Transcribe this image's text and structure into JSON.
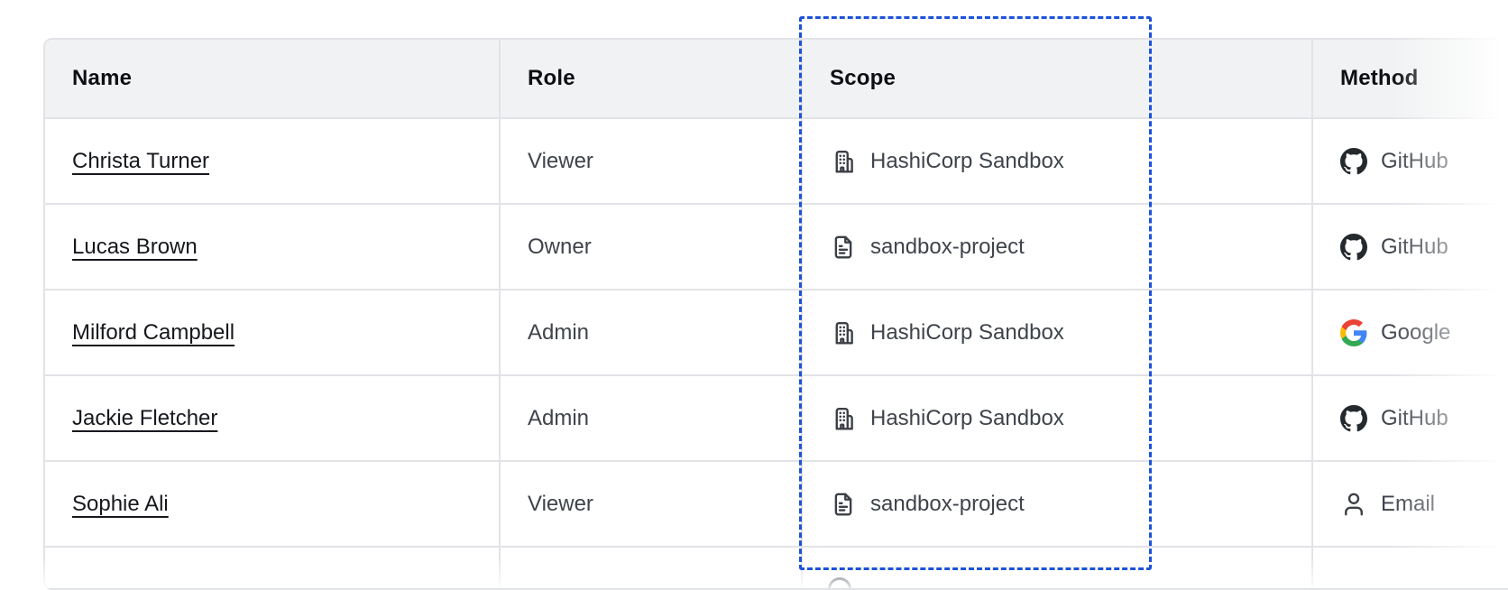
{
  "header": {
    "columns": [
      "Name",
      "Role",
      "Scope",
      "Method"
    ]
  },
  "rows": [
    {
      "name": "Christa Turner",
      "role": "Viewer",
      "scope": {
        "label": "HashiCorp Sandbox",
        "icon": "building-icon"
      },
      "method": {
        "label": "GitHub",
        "icon": "github-icon"
      }
    },
    {
      "name": "Lucas Brown",
      "role": "Owner",
      "scope": {
        "label": "sandbox-project",
        "icon": "file-icon"
      },
      "method": {
        "label": "GitHub",
        "icon": "github-icon"
      }
    },
    {
      "name": "Milford Campbell",
      "role": "Admin",
      "scope": {
        "label": "HashiCorp Sandbox",
        "icon": "building-icon"
      },
      "method": {
        "label": "Google",
        "icon": "google-icon"
      }
    },
    {
      "name": "Jackie Fletcher",
      "role": "Admin",
      "scope": {
        "label": "HashiCorp Sandbox",
        "icon": "building-icon"
      },
      "method": {
        "label": "GitHub",
        "icon": "github-icon"
      }
    },
    {
      "name": "Sophie Ali",
      "role": "Viewer",
      "scope": {
        "label": "sandbox-project",
        "icon": "file-icon"
      },
      "method": {
        "label": "Email",
        "icon": "user-icon"
      }
    }
  ],
  "highlight": {
    "target_column": "Scope",
    "border_color": "#1d52d8"
  },
  "colors": {
    "header_bg": "#f1f2f3",
    "row_border": "#e2e3e7",
    "text_primary": "#16181d",
    "text_secondary": "#3f434b",
    "github_icon": "#24292e",
    "google_colors": [
      "#4285F4",
      "#34A853",
      "#FBBC05",
      "#EA4335"
    ]
  }
}
